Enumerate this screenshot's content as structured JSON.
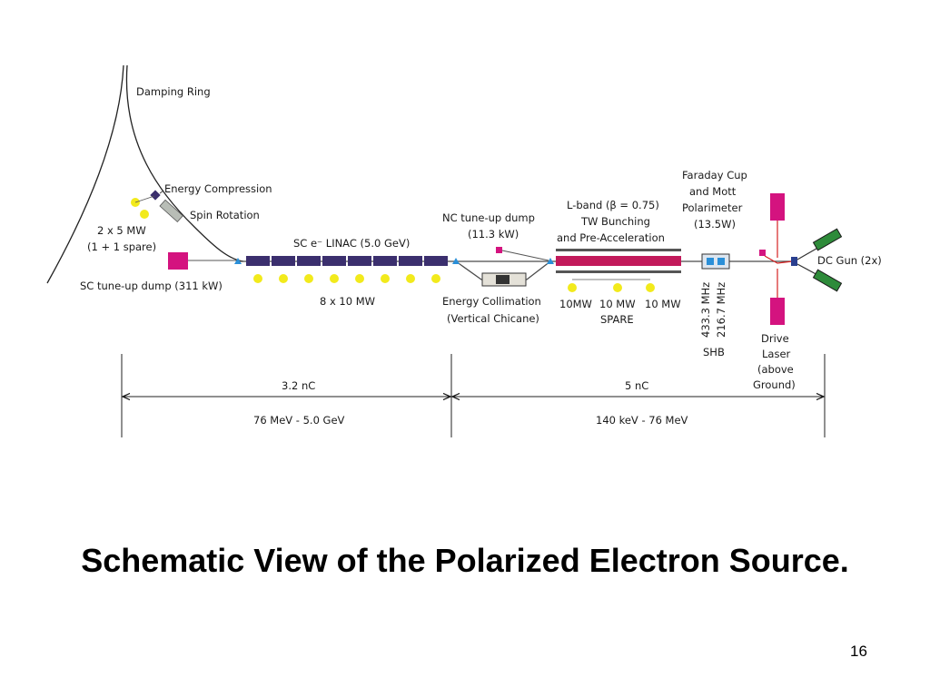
{
  "slide": {
    "title": "Schematic View of the Polarized Electron Source.",
    "page_number": "16"
  },
  "diagram": {
    "labels": {
      "damping_ring": "Damping Ring",
      "energy_compression": "Energy Compression",
      "spin_rotation": "Spin Rotation",
      "rf_power_a": "2 x 5 MW",
      "rf_power_b": "(1 + 1 spare)",
      "sc_dump": "SC tune-up dump (311 kW)",
      "sc_linac": "SC e⁻ LINAC (5.0 GeV)",
      "linac_power": "8 x 10 MW",
      "nc_dump_a": "NC tune-up dump",
      "nc_dump_b": "(11.3 kW)",
      "energy_collimation_a": "Energy Collimation",
      "energy_collimation_b": "(Vertical Chicane)",
      "lband_a": "L-band (β = 0.75)",
      "lband_b": "TW Bunching",
      "lband_c": "and Pre-Acceleration",
      "lband_power_1": "10MW",
      "lband_power_2": "10 MW",
      "lband_power_3": "10 MW",
      "lband_spare": "SPARE",
      "faraday_a": "Faraday Cup",
      "faraday_b": "and Mott",
      "faraday_c": "Polarimeter",
      "faraday_d": "(13.5W)",
      "shb_freq_1": "433.3 MHz",
      "shb_freq_2": "216.7 MHz",
      "shb": "SHB",
      "dc_gun": "DC Gun (2x)",
      "laser_a": "Drive",
      "laser_b": "Laser",
      "laser_c": "(above",
      "laser_d": "Ground)",
      "charge_left": "3.2 nC",
      "energy_left": "76 MeV - 5.0 GeV",
      "charge_right": "5 nC",
      "energy_right": "140 keV - 76 MeV"
    },
    "colors": {
      "beamline": "#4a4a4a",
      "linac_module": "#3b2f6e",
      "klystron": "#f2ea1c",
      "lband_structure": "#c21a5b",
      "magenta": "#d4137f",
      "gun": "#2e8b3a",
      "laser_line": "#d42020",
      "marker": "#2a8fd8"
    }
  }
}
